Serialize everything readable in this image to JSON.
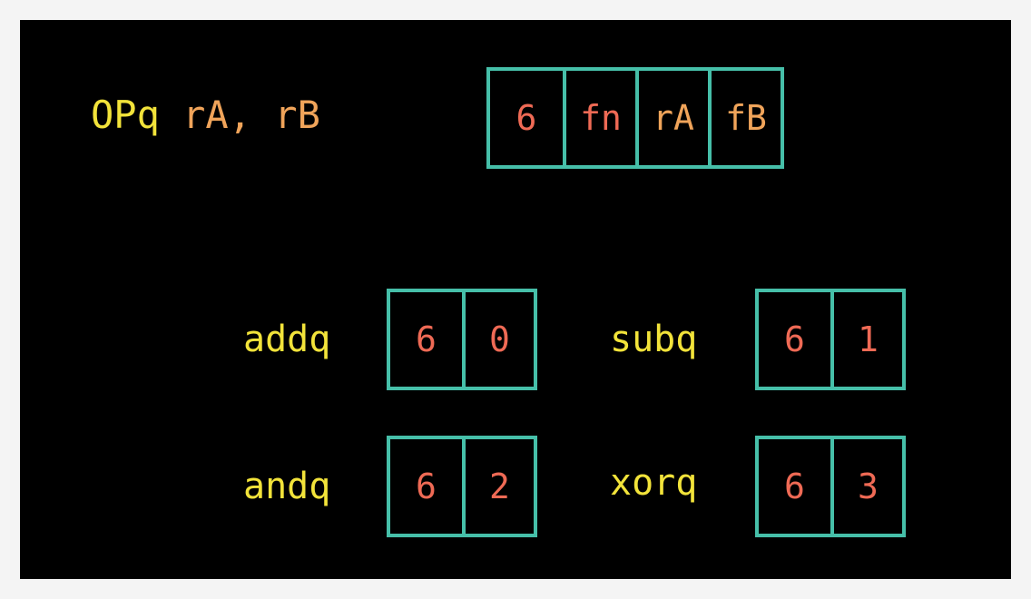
{
  "header": {
    "op": "OPq",
    "operands": " rA, rB"
  },
  "encoding": {
    "cells": [
      "6",
      "fn",
      "rA",
      "fB"
    ]
  },
  "instructions": [
    {
      "mnemonic": "addq",
      "icode": "6",
      "ifun": "0"
    },
    {
      "mnemonic": "subq",
      "icode": "6",
      "ifun": "1"
    },
    {
      "mnemonic": "andq",
      "icode": "6",
      "ifun": "2"
    },
    {
      "mnemonic": "xorq",
      "icode": "6",
      "ifun": "3"
    }
  ],
  "colors": {
    "background": "#000000",
    "box_border": "#46bfa9",
    "mnemonic": "#f2e33a",
    "operand": "#f0a45a",
    "field": "#ef6a55"
  }
}
